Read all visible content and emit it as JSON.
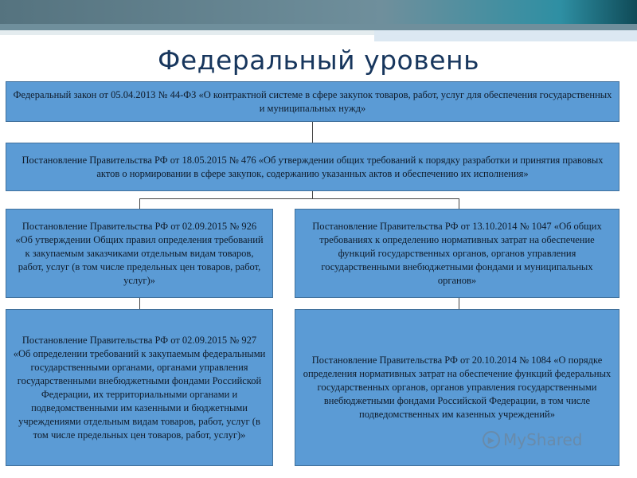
{
  "title": "Федеральный уровень",
  "boxes": {
    "law": "Федеральный закон от 05.04.2013 № 44-ФЗ «О контрактной системе в сфере закупок товаров, работ, услуг для обеспечения государственных и муниципальных нужд»",
    "decree476": "Постановление Правительства РФ от 18.05.2015 № 476 «Об утверждении общих требований к порядку разработки и принятия правовых актов о нормировании в сфере закупок, содержанию указанных актов и обеспечению их исполнения»",
    "decree926": "Постановление Правительства РФ от 02.09.2015 № 926 «Об утверждении Общих правил определения требований к закупаемым заказчиками отдельным видам товаров, работ, услуг (в том числе предельных цен товаров, работ, услуг)»",
    "decree1047": "Постановление Правительства РФ от 13.10.2014 № 1047 «Об общих требованиях к определению нормативных затрат на обеспечение функций государственных органов, органов управления государственными внебюджетными фондами и муниципальных органов»",
    "decree927": "Постановление Правительства РФ от 02.09.2015 № 927 «Об определении требований к закупаемым федеральными государственными органами, органами управления государственными внебюджетными фондами Российской Федерации, их территориальными органами и подведомственными им казенными и бюджетными учреждениями отдельным видам товаров, работ, услуг (в том числе предельных цен товаров, работ, услуг)»",
    "decree1084": "Постановление Правительства РФ от 20.10.2014 № 1084 «О порядке определения нормативных затрат на обеспечение функций федеральных государственных органов, органов управления государственными внебюджетными фондами Российской Федерации, в том числе подведомственных им казенных учреждений»"
  },
  "watermark": "MyShared",
  "colors": {
    "box_fill": "#5b9bd5",
    "box_border": "#41719c",
    "title": "#17365d",
    "line": "#444444"
  }
}
